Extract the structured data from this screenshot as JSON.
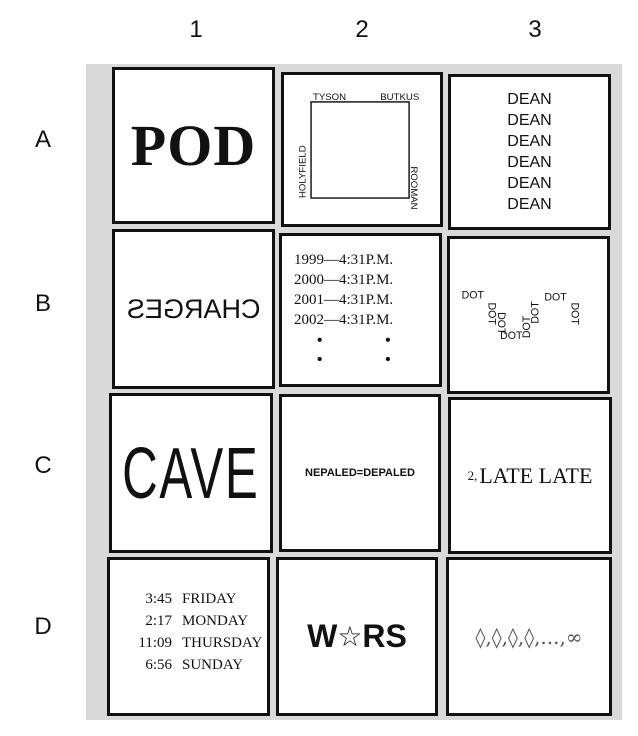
{
  "columns": [
    "1",
    "2",
    "3"
  ],
  "rows": [
    "A",
    "B",
    "C",
    "D"
  ],
  "cells": {
    "a1": {
      "text": "POD"
    },
    "a2": {
      "top_left": "TYSON",
      "top_right": "BUTKUS",
      "bottom_left": "HOLYFIELD",
      "bottom_right": "ROOMAN"
    },
    "a3": {
      "lines": [
        "DEAN",
        "DEAN",
        "DEAN",
        "DEAN",
        "DEAN",
        "DEAN"
      ]
    },
    "b1": {
      "text": "CHARGES"
    },
    "b2": {
      "lines": [
        "1999—4:31P.M.",
        "2000—4:31P.M.",
        "2001—4:31P.M.",
        "2002—4:31P.M."
      ]
    },
    "b3": {
      "word": "DOT"
    },
    "c1": {
      "text": "CAVE"
    },
    "c2": {
      "text": "NEPALED=DEPALED"
    },
    "c3": {
      "prefix": "2,",
      "text": "LATE LATE"
    },
    "d1": {
      "rows": [
        {
          "time": "3:45",
          "day": "FRIDAY"
        },
        {
          "time": "2:17",
          "day": "MONDAY"
        },
        {
          "time": "11:09",
          "day": "THURSDAY"
        },
        {
          "time": "6:56",
          "day": "SUNDAY"
        }
      ]
    },
    "d2": {
      "left": "W",
      "star": "☆",
      "right": "RS"
    },
    "d3": {
      "text": "◊,◊,◊,◊,...,∞"
    }
  }
}
